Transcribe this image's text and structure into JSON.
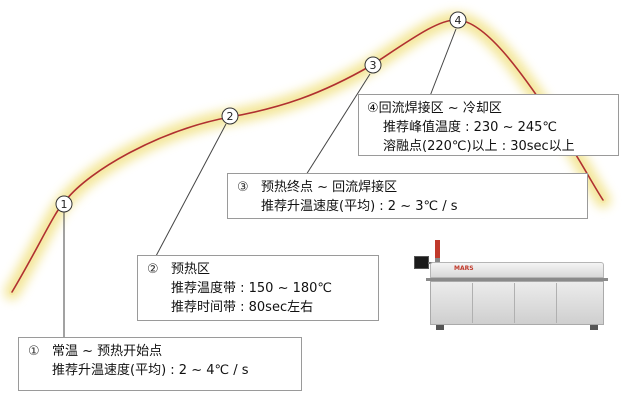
{
  "markers": [
    {
      "id": "1",
      "label": "1"
    },
    {
      "id": "2",
      "label": "2"
    },
    {
      "id": "3",
      "label": "3"
    },
    {
      "id": "4",
      "label": "4"
    }
  ],
  "callouts": {
    "c1": {
      "num": "①",
      "title": "常温 ~ 预热开始点",
      "line1": "推荐升温速度(平均) : 2 ~ 4℃ / s"
    },
    "c2": {
      "num": "②",
      "title": "预热区",
      "line1": "推荐温度带 : 150 ~ 180℃",
      "line2": "推荐时间带 : 80sec左右"
    },
    "c3": {
      "num": "③",
      "title": "预热终点 ~ 回流焊接区",
      "line1": "推荐升温速度(平均) : 2 ~ 3℃ / s"
    },
    "c4": {
      "num": "④",
      "title": "回流焊接区 ~ 冷却区",
      "line1": "推荐峰值温度 : 230 ~ 245℃",
      "line2": "溶融点(220℃)以上 : 30sec以上"
    }
  },
  "machine": {
    "brand": "MARS"
  },
  "colors": {
    "curve": "#b03030",
    "glow": "#f2e38a",
    "leader": "#444444",
    "box_border": "#9a9a9a"
  }
}
